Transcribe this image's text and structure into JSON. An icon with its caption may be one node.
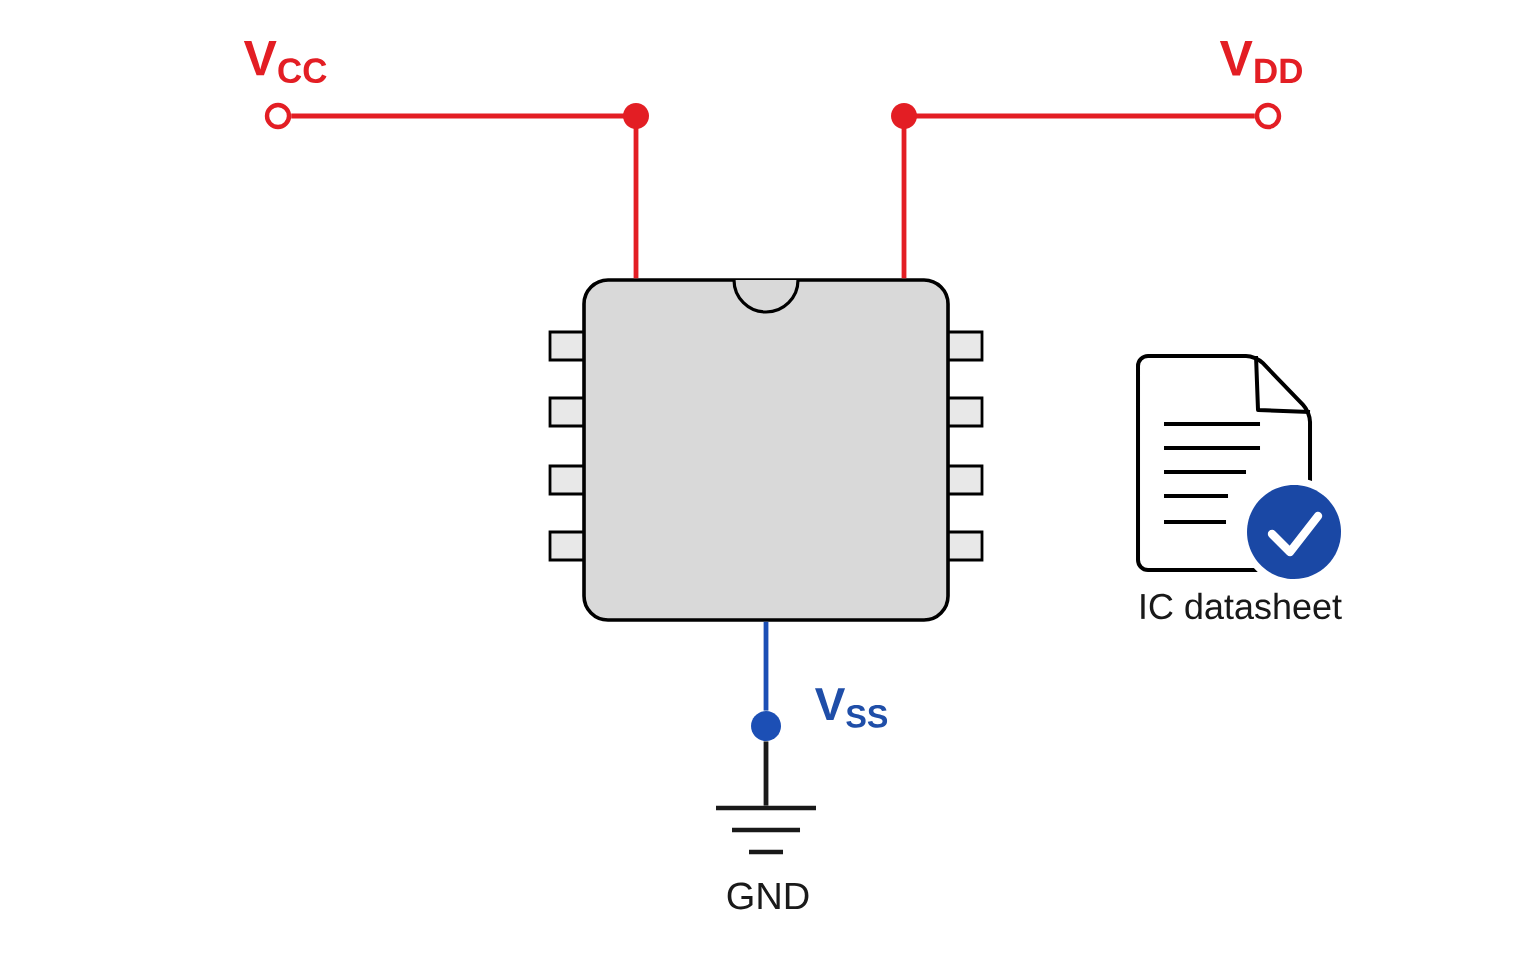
{
  "diagram": {
    "nodes": [
      {
        "text": [],
        "shape": "circle",
        "beside": [
          "V$_{CC}$"
        ]
      },
      {
        "text": [],
        "shape": "circle",
        "beside": [
          "V$_{DD}$"
        ]
      },
      {
        "text": [],
        "shape": "box"
      },
      {
        "text": [],
        "shape": "circle",
        "beside": [
          "V$_{SS}$"
        ]
      },
      {
        "text": [],
        "shape": "picture",
        "beside": [
          "GND"
        ]
      }
    ],
    "edges": [
      {
        "from": 0,
        "to": 2,
        "arrow": "none"
      },
      {
        "from": 1,
        "to": 2,
        "arrow": "none"
      },
      {
        "from": 2,
        "to": 3,
        "arrow": "none",
        "color": "#1c4fb5"
      },
      {
        "from": 3,
        "to": 4,
        "arrow": "none",
        "color": "#1a1a1a"
      }
    ],
    "labels": [
      "IC datasheet"
    ]
  }
}
